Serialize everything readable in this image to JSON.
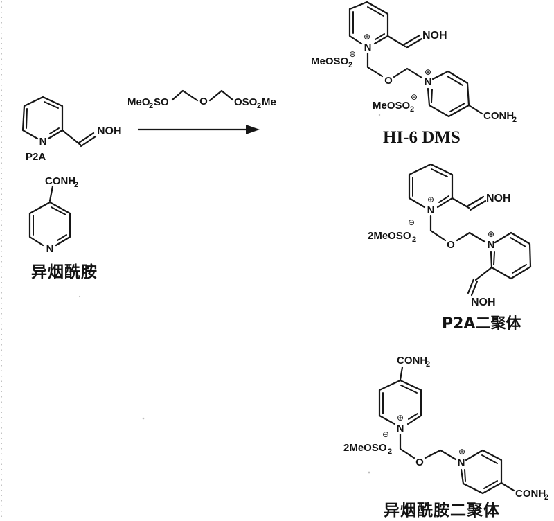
{
  "scheme": {
    "description": "Synthesis scheme of HI-6 DMS from P2A and isonicotinamide with dimer byproducts",
    "compound_labels": {
      "p2a": "P2A",
      "isonicotinamide": "异烟酰胺",
      "hi6_dms": "HI-6 DMS",
      "p2a_dimer": "P2A二聚体",
      "isonicotinamide_dimer": "异烟酰胺二聚体"
    },
    "atoms": {
      "nitrogen": "N",
      "oxygen": "O",
      "oxime": "NOH",
      "plus": "⊕",
      "minus": "⊖"
    },
    "fragments": {
      "amide_prefix": "CONH",
      "sub_two": "2",
      "mesyl_left_prefix": "MeO",
      "mesyl_left_suffix": "SO",
      "mesyl_right_prefix": "OSO",
      "mesyl_right_suffix": "Me",
      "counterion": "MeOSO",
      "counterion_x2": "2MeOSO"
    }
  }
}
